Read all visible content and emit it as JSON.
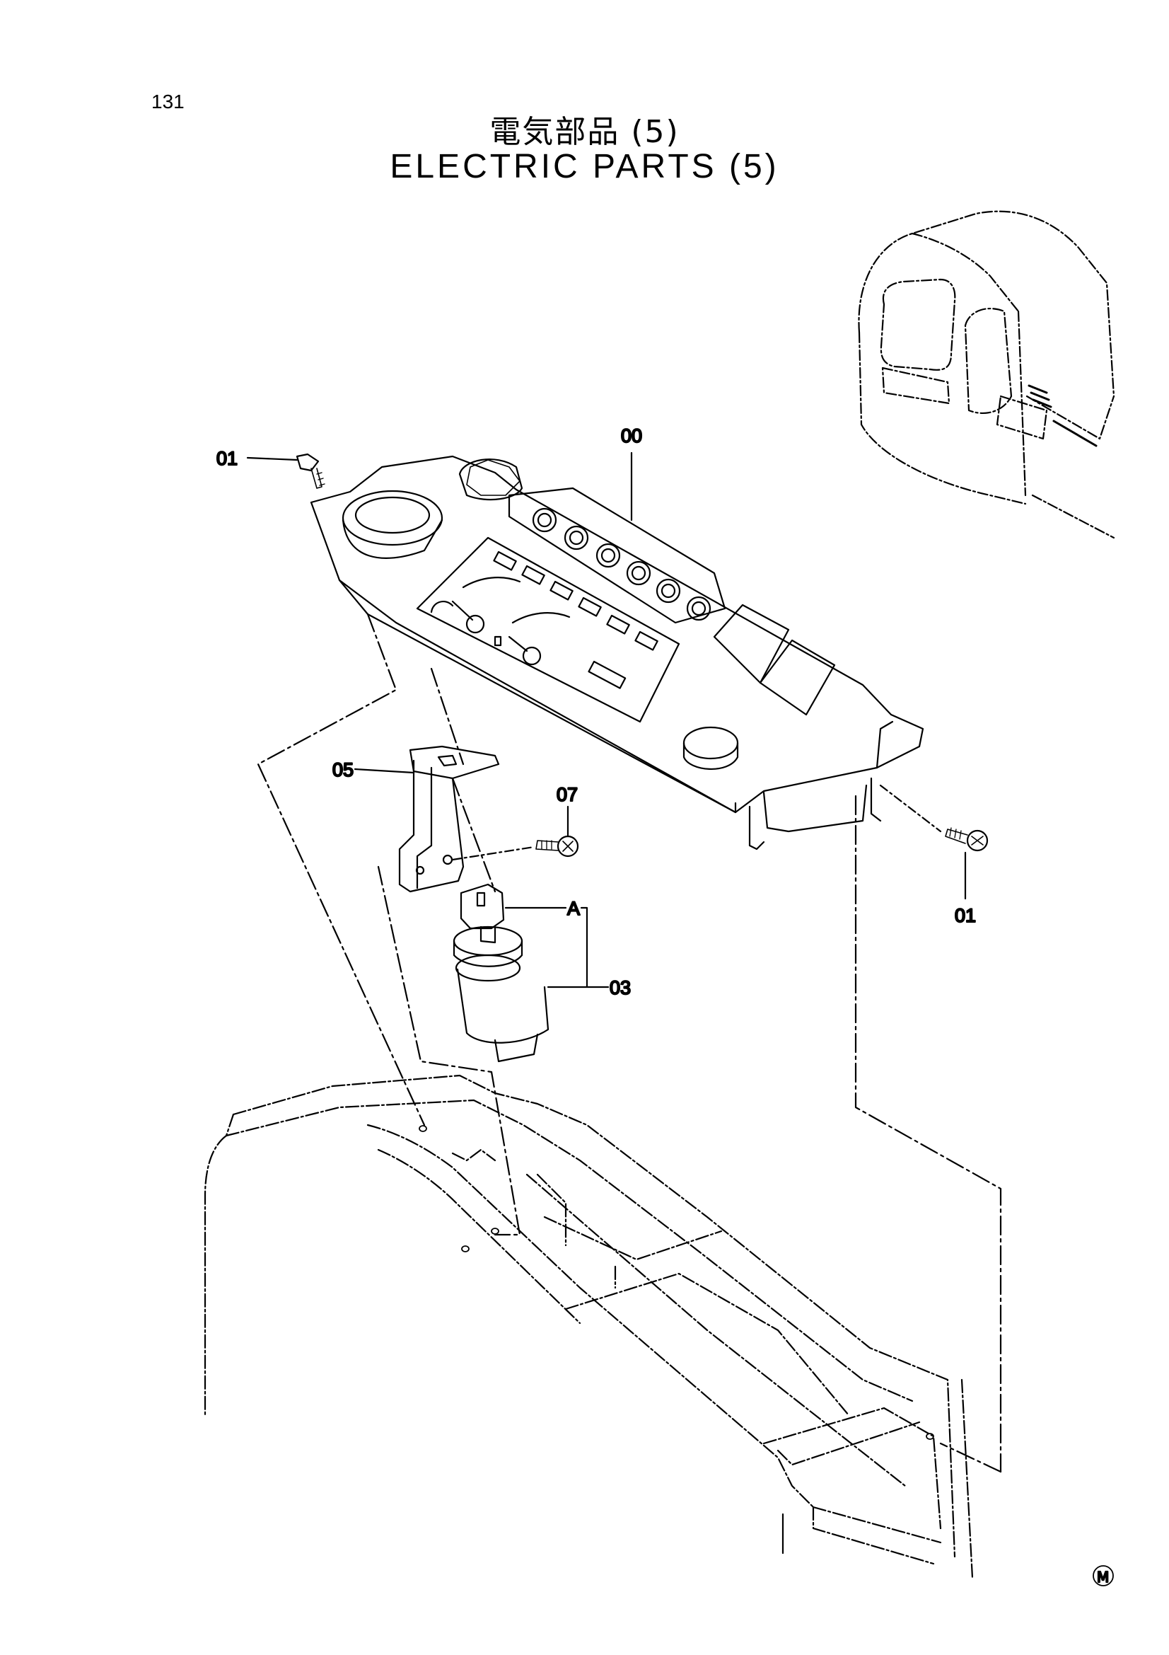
{
  "page_number": "131",
  "title_jp": "電気部品 (5)",
  "title_en": "ELECTRIC PARTS (5)",
  "callouts": {
    "c00": "00",
    "c01_top": "01",
    "c01_right": "01",
    "c03": "03",
    "c05": "05",
    "c07": "07",
    "cA": "A"
  },
  "corner_mark": "M"
}
